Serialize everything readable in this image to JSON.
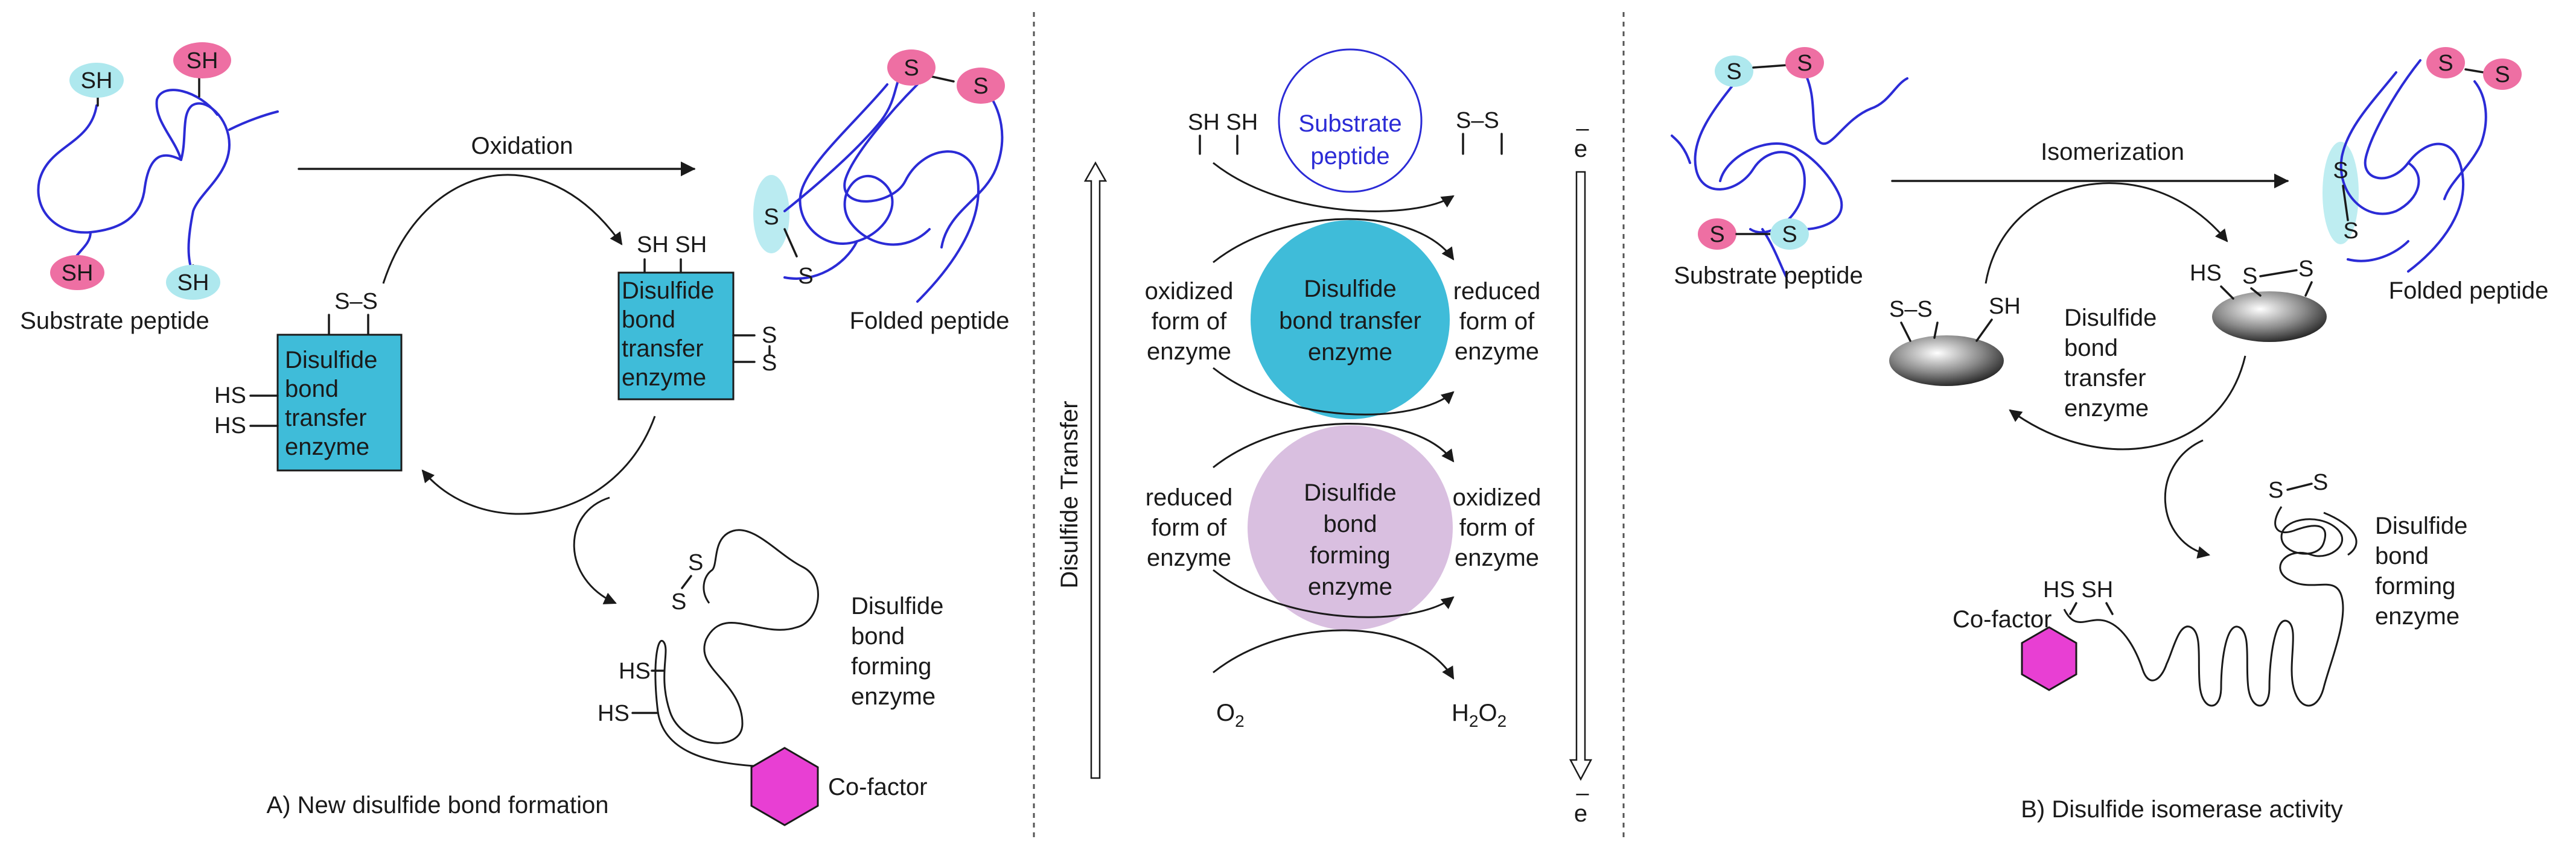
{
  "colors": {
    "peptide_chain": "#2b2bd6",
    "sh_cyan": "#aee8ee",
    "sh_pink": "#ee6fa3",
    "transfer_enzyme": "#3fbcd9",
    "forming_enzyme": "#d9bfe0",
    "cofactor": "#e83fd3",
    "substrate_text": "#2b2bd6"
  },
  "panel_a": {
    "substrate_label": "Substrate peptide",
    "oxidation_label": "Oxidation",
    "folded_label": "Folded peptide",
    "sh": "SH",
    "s": "S",
    "hs": "HS",
    "ss": "S–S",
    "sh_sh": "SH SH",
    "transfer_enzyme_lines": [
      "Disulfide",
      "bond",
      "transfer",
      "enzyme"
    ],
    "forming_enzyme_lines": [
      "Disulfide",
      "bond",
      "forming",
      "enzyme"
    ],
    "cofactor_label": "Co-factor",
    "caption": "A) New disulfide bond formation"
  },
  "panel_center": {
    "disulfide_transfer_label": "Disulfide Transfer",
    "sh_sh": "SH SH",
    "s_s": "S–S",
    "substrate_lines": [
      "Substrate",
      "peptide"
    ],
    "oxidized_form_lines": [
      "oxidized",
      "form of",
      "enzyme"
    ],
    "reduced_form_lines": [
      "reduced",
      "form of",
      "enzyme"
    ],
    "transfer_enzyme_lines": [
      "Disulfide",
      "bond transfer",
      "enzyme"
    ],
    "forming_enzyme_lines": [
      "Disulfide",
      "bond",
      "forming",
      "enzyme"
    ],
    "o2": "O",
    "o2_sub": "2",
    "h2o2_h": "H",
    "h2o2_sub1": "2",
    "h2o2_o": "O",
    "h2o2_sub2": "2",
    "electron": "e",
    "electron_bar": "–"
  },
  "panel_b": {
    "substrate_label": "Substrate peptide",
    "isomerization_label": "Isomerization",
    "folded_label": "Folded peptide",
    "transfer_enzyme_lines": [
      "Disulfide",
      "bond",
      "transfer",
      "enzyme"
    ],
    "forming_enzyme_lines": [
      "Disulfide",
      "bond",
      "forming",
      "enzyme"
    ],
    "cofactor_label": "Co-factor",
    "hs_sh": "HS  SH",
    "caption": "B) Disulfide isomerase activity"
  }
}
